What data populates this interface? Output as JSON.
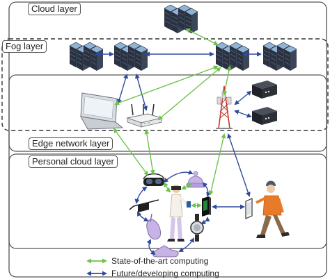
{
  "layers": {
    "cloud": "Cloud layer",
    "fog": "Fog layer",
    "edge": "Edge network layer",
    "personal": "Personal cloud layer"
  },
  "legend": {
    "state_of_the_art": "State-of-the-art computing",
    "future": "Future/developing computing"
  },
  "colors": {
    "state_of_the_art": "#6cc24a",
    "future": "#2e4a9e",
    "frame": "#555555",
    "server_top": "#8fb4d6",
    "server_body": "#2a3140",
    "laptop": "#d9dde2",
    "tower": "#c0392b",
    "person_jacket": "#e87b2a",
    "device_purple": "#c7b3e5"
  },
  "icons": [
    "server-rack-icon",
    "laptop-icon",
    "wifi-router-icon",
    "cell-tower-icon",
    "edge-box-icon",
    "vr-glasses-icon",
    "smart-glasses-icon",
    "hand-device-icon",
    "smartphone-icon",
    "tablet-icon",
    "smartwatch-icon",
    "shoe-icon",
    "beanie-icon",
    "person-vr-icon",
    "person-walking-icon"
  ]
}
